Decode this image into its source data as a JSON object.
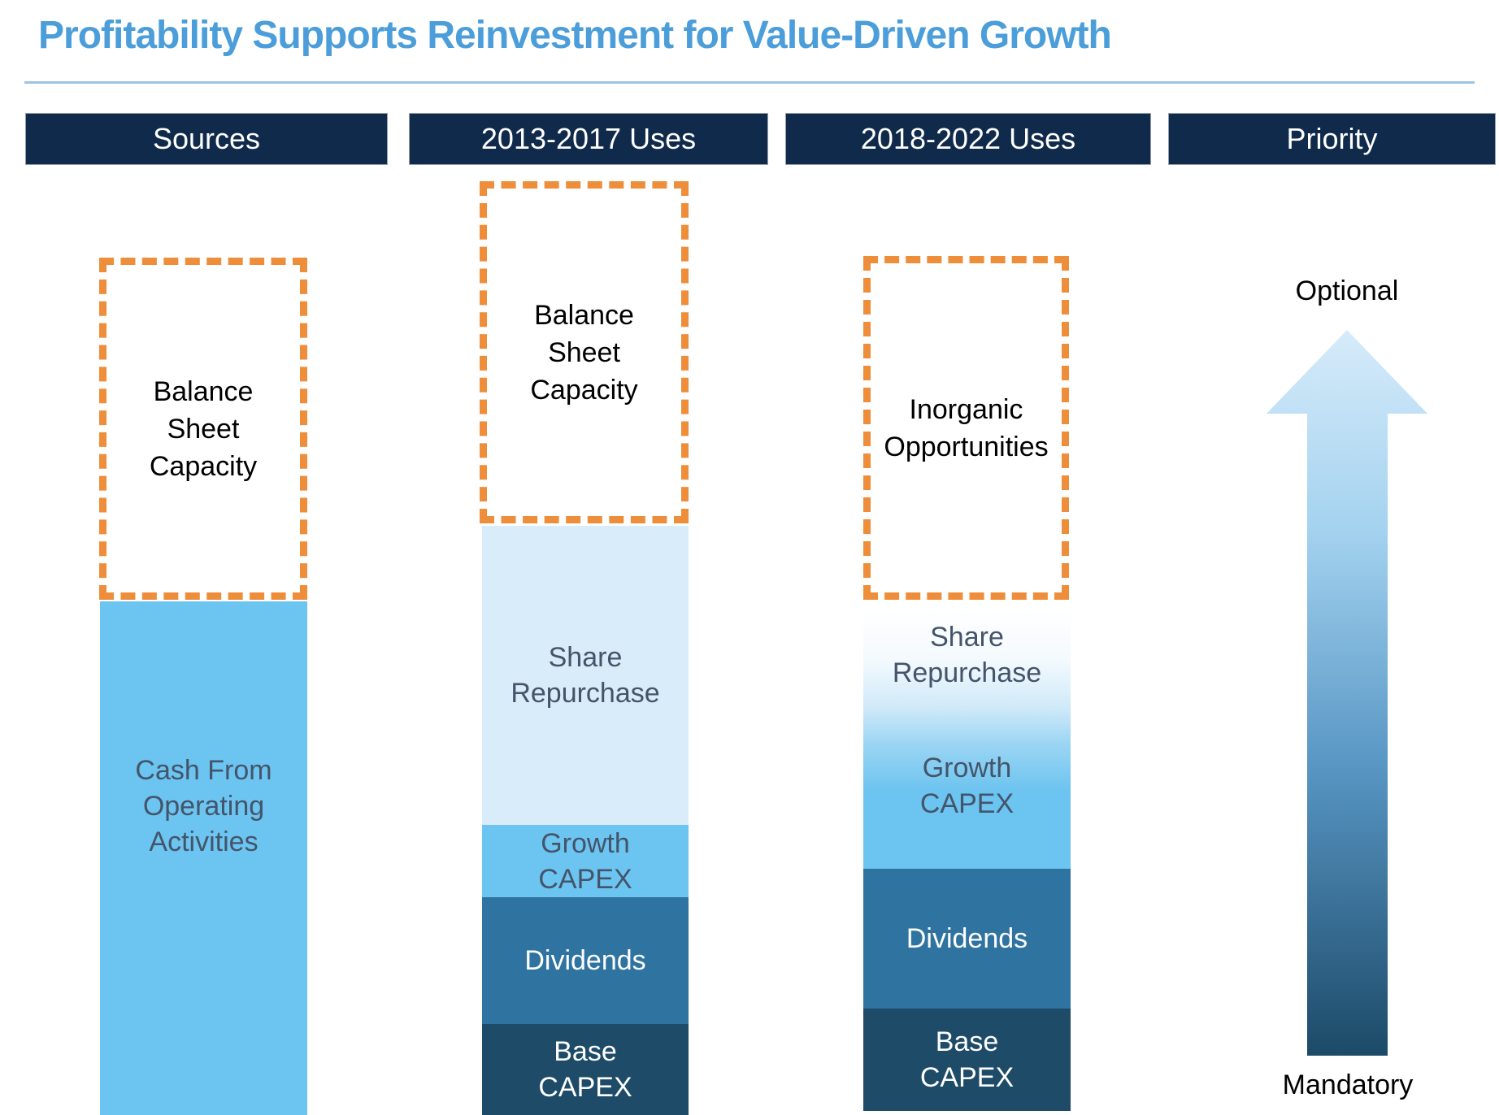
{
  "title": "Profitability Supports Reinvestment for Value-Driven Growth",
  "columns": [
    {
      "header": "Sources",
      "dashed_box_label": "Balance\nSheet\nCapacity",
      "segments": [
        {
          "label": "Cash From\nOperating\nActivities"
        }
      ]
    },
    {
      "header": "2013-2017 Uses",
      "dashed_box_label": "Balance\nSheet\nCapacity",
      "segments": [
        {
          "label": "Share\nRepurchase"
        },
        {
          "label": "Growth\nCAPEX"
        },
        {
          "label": "Dividends"
        },
        {
          "label": "Base\nCAPEX"
        }
      ]
    },
    {
      "header": "2018-2022 Uses",
      "dashed_box_label": "Inorganic\nOpportunities",
      "segments": [
        {
          "label": "Share\nRepurchase"
        },
        {
          "label": "Growth\nCAPEX"
        },
        {
          "label": "Dividends"
        },
        {
          "label": "Base\nCAPEX"
        }
      ]
    },
    {
      "header": "Priority",
      "top_label": "Optional",
      "bottom_label": "Mandatory"
    }
  ],
  "colors": {
    "title_blue": "#4B9ED9",
    "rule_blue": "#9DC3E6",
    "header_navy": "#102A4C",
    "dash_orange": "#EE8E3B",
    "sky_blue": "#6CC4F0",
    "pale_blue": "#D9ECF9",
    "steel_blue": "#2F73A1",
    "dark_navy": "#1D4B68",
    "slate_text": "#44546A",
    "arrow_gradient_top": "#D6EBFA",
    "arrow_gradient_bottom": "#1C4A68"
  }
}
